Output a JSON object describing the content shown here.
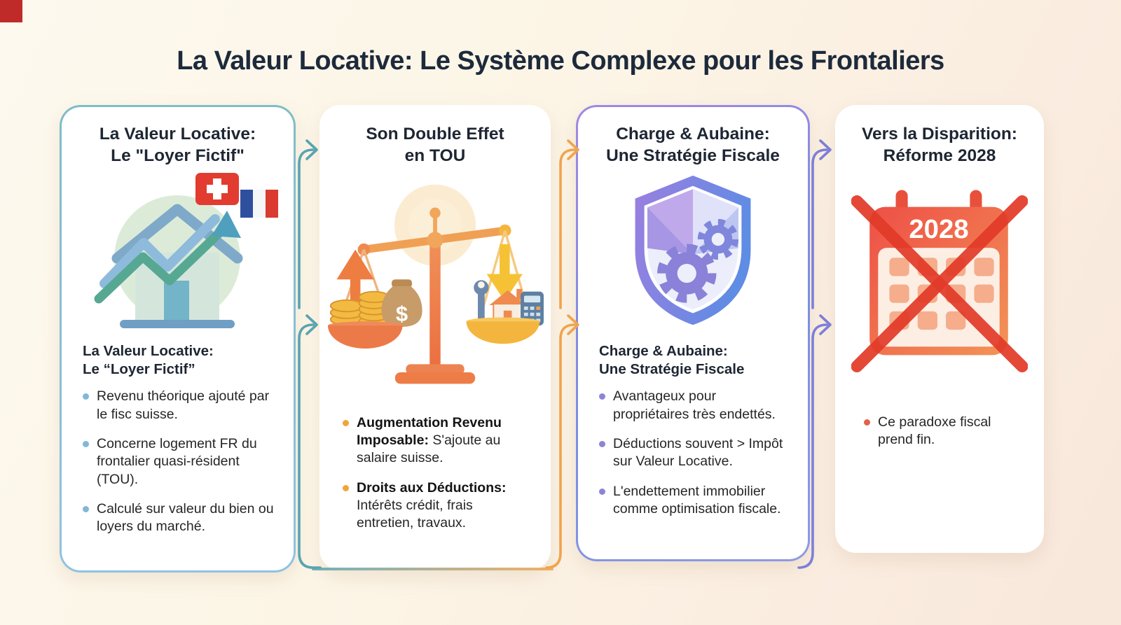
{
  "title": "La Valeur Locative: Le Système Complexe pour les Frontaliers",
  "corner_mark": {
    "color": "#bf2b28"
  },
  "cards": [
    {
      "title": "La Valeur Locative:\nLe \"Loyer Fictif\"",
      "subheading": "La Valeur Locative:\nLe “Loyer Fictif”",
      "icon": "house-growth-chart-swiss-french-flags-icon",
      "accent_border": "#7ebdc7",
      "bullet_color": "#82b7d8",
      "bullets": [
        {
          "lead": "",
          "rest": "Revenu théorique ajouté par le fisc suisse."
        },
        {
          "lead": "",
          "rest": "Concerne logement FR du frontalier quasi-résident (TOU)."
        },
        {
          "lead": "",
          "rest": "Calculé sur valeur du bien ou loyers du marché."
        }
      ]
    },
    {
      "title": "Son Double Effet\nen TOU",
      "subheading": "",
      "icon": "balance-scale-income-vs-deductions-icon",
      "bullet_color": "#f0a43c",
      "bullets": [
        {
          "lead": "Augmentation Revenu Imposable:",
          "rest": " S'ajoute au salaire suisse."
        },
        {
          "lead": "Droits aux Déductions:",
          "rest": " Intérêts crédit, frais entretien, travaux."
        }
      ]
    },
    {
      "title": "Charge & Aubaine:\nUne Stratégie Fiscale",
      "subheading": "Charge & Aubaine:\nUne Stratégie Fiscale",
      "icon": "shield-with-gears-icon",
      "accent_border": "#8d84dc",
      "bullet_color": "#8b85d8",
      "bullets": [
        {
          "lead": "",
          "rest": "Avantageux pour propriétaires très endettés."
        },
        {
          "lead": "",
          "rest": "Déductions souvent > Impôt sur Valeur Locative."
        },
        {
          "lead": "",
          "rest": "L'endettement immobilier comme optimisation fiscale."
        }
      ]
    },
    {
      "title": "Vers la Disparition:\nRéforme 2028",
      "subheading": "",
      "icon": "crossed-out-calendar-icon",
      "calendar_year": "2028",
      "bullet_color": "#e4604a",
      "bullets": [
        {
          "lead": "",
          "rest": "Ce paradoxe fiscal prend fin."
        }
      ]
    }
  ],
  "icon_labels": {
    "money_bag_symbol": "$"
  },
  "connectors": [
    {
      "from": "card-1",
      "to": "card-2",
      "color": "#58a4b2"
    },
    {
      "from": "card-2",
      "to": "card-3",
      "color": "#f0a44e"
    },
    {
      "from": "card-3",
      "to": "card-4",
      "color": "#7d7fd8"
    }
  ]
}
